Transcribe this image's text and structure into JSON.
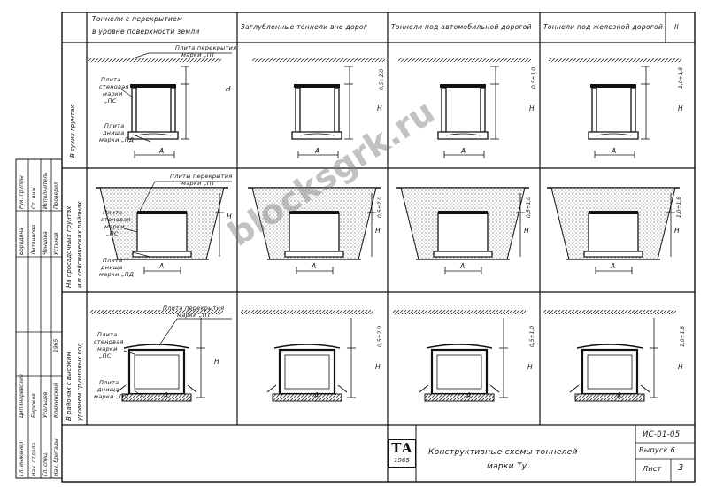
{
  "columns": {
    "c1": [
      "Тоннели с перекрытием",
      "в уровне поверхности земли"
    ],
    "c2": "Заглубленные тоннели вне дорог",
    "c3": "Тоннели под автомобильной дорогой",
    "c4": "Тоннели под железной дорогой",
    "c5": "II"
  },
  "rows": {
    "r1": "В сухих грунтах",
    "r2": [
      "На просадочных грунтах",
      "и в сейсмических районах"
    ],
    "r3": [
      "В районах с высоким",
      "уровнем грунтовых вод"
    ]
  },
  "callouts": {
    "r1_top": [
      "Плита перекрытия",
      "марки „ПТ"
    ],
    "r1_wall": [
      "Плита",
      "стеновая",
      "марки",
      "„ПС"
    ],
    "r1_base": [
      "Плита",
      "днища",
      "марки „ПД"
    ],
    "r2_top": [
      "Плиты перекрытия",
      "марки „ПТ"
    ],
    "r2_wall": [
      "Плита",
      "стеновая",
      "марки",
      "„ПС"
    ],
    "r2_base": [
      "Плита",
      "днища",
      "марки „ПД"
    ],
    "r3_top": [
      "Плита перекрытия",
      "марки „ПТ"
    ],
    "r3_wall": [
      "Плита",
      "стеновая",
      "марки",
      "„ПС"
    ],
    "r3_base": [
      "Плита",
      "днища",
      "марки „ПД"
    ]
  },
  "dims": {
    "A": "A",
    "H": "H",
    "d1": "0,5÷2,0",
    "d2": "0,5÷1,0",
    "d3": "1,0÷1,8"
  },
  "title_block": {
    "title_line1": "Конструктивные схемы тоннелей",
    "title_line2": "марки Ту",
    "doc_code": "ИС-01-05",
    "issue": "Выпуск 6",
    "sheet_label": "Лист",
    "sheet_num": "3",
    "logo_mark": "ТА",
    "logo_year": "1965"
  },
  "stamp": {
    "roles_upper": [
      "Рук. группы",
      "Ст. инж.",
      "Исполнитель",
      "Проверил"
    ],
    "names_upper": [
      "Бородина",
      "Литвинова",
      "Ченцова",
      "Устинов"
    ],
    "roles_lower": [
      "Гл. инженер",
      "Нач. отдела",
      "Гл. спец.",
      "Нач. бригады"
    ],
    "names_lower": [
      "Ципинаревский",
      "Бирюков",
      "Усольцев",
      "Ключинский"
    ],
    "date": "1965"
  },
  "watermark": "blocksgrk.ru"
}
